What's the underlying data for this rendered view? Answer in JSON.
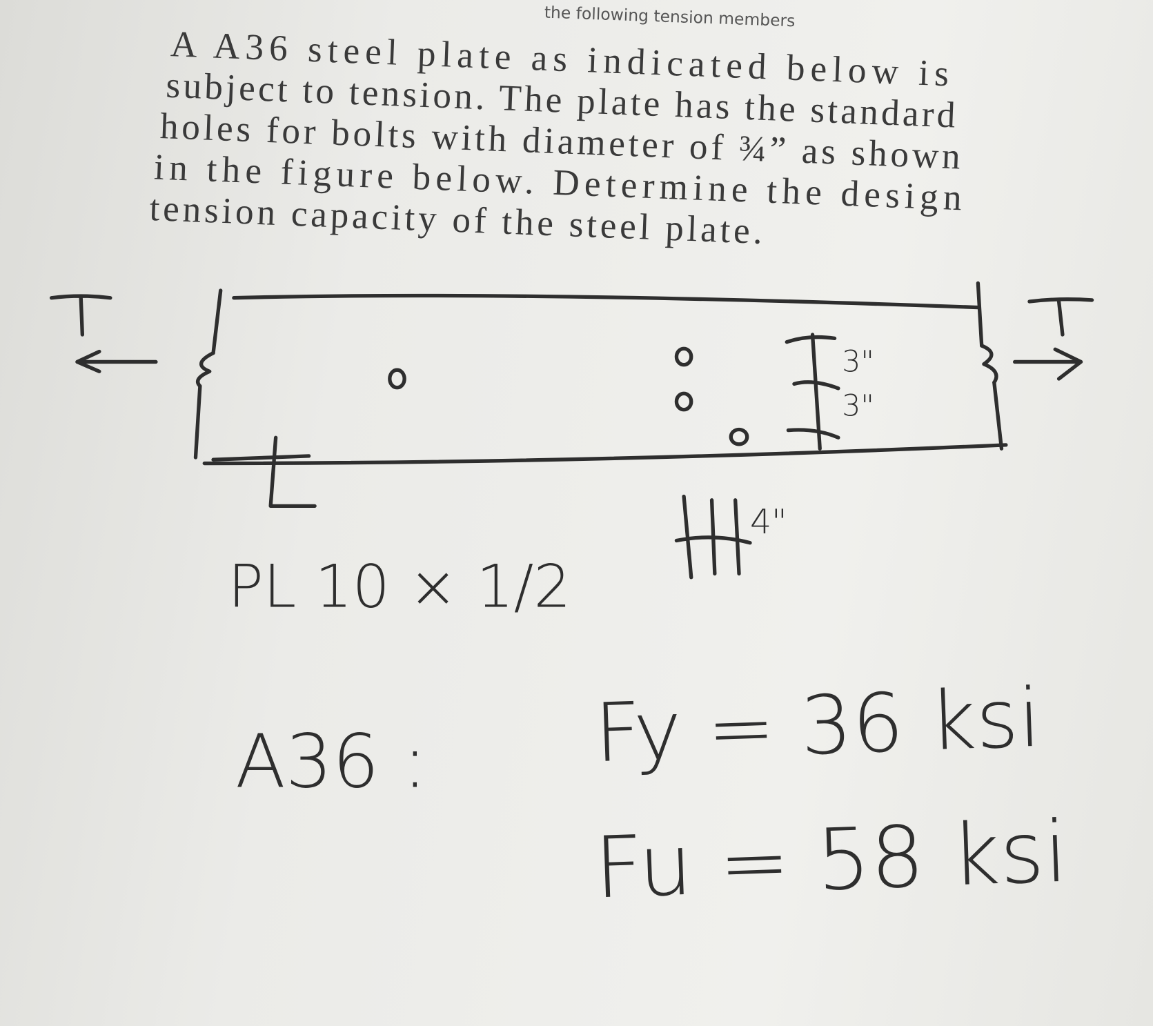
{
  "header": "the following tension members",
  "problem": {
    "lines": [
      "A A36 steel plate   as indicated below is",
      "subject to tension. The plate has the standard",
      "holes for bolts with diameter of ¾” as shown",
      "in the figure below. Determine the design",
      "tension capacity of the steel plate."
    ]
  },
  "figure": {
    "load_left": "T",
    "load_right": "T",
    "spacing_1": "3\"",
    "spacing_2": "3\"",
    "stagger": "4\"",
    "plate_label": "PL 10 × 1/2"
  },
  "material": {
    "grade": "A36 :",
    "fy": "Fy = 36 ksi",
    "fu": "Fu = 58 ksi"
  }
}
